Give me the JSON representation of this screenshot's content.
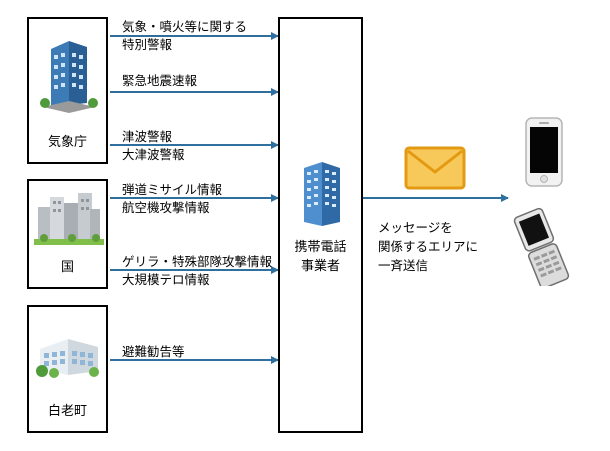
{
  "sources": [
    {
      "label": "気象庁",
      "icon": "office-building-icon"
    },
    {
      "label": "国",
      "icon": "city-buildings-icon"
    },
    {
      "label": "白老町",
      "icon": "town-hall-icon"
    }
  ],
  "messages": [
    {
      "lines": [
        "気象・噴火等に関する",
        "特別警報"
      ]
    },
    {
      "lines": [
        "緊急地震速報"
      ]
    },
    {
      "lines": [
        "津波警報",
        "大津波警報"
      ]
    },
    {
      "lines": [
        "弾道ミサイル情報",
        "航空機攻撃情報"
      ]
    },
    {
      "lines": [
        "ゲリラ・特殊部隊攻撃情報",
        "大規模テロ情報"
      ]
    },
    {
      "lines": [
        "避難勧告等"
      ]
    }
  ],
  "carrier": {
    "line1": "携帯電話",
    "line2": "事業者",
    "icon": "carrier-building-icon"
  },
  "broadcast": {
    "line1": "メッセージを",
    "line2": "関係するエリアに",
    "line3": "一斉送信",
    "icon": "envelope-icon"
  },
  "devices": [
    {
      "icon": "smartphone-icon"
    },
    {
      "icon": "flip-phone-icon"
    }
  ],
  "colors": {
    "arrow": "#2e6f9e",
    "envelope": "#f0a81a"
  }
}
